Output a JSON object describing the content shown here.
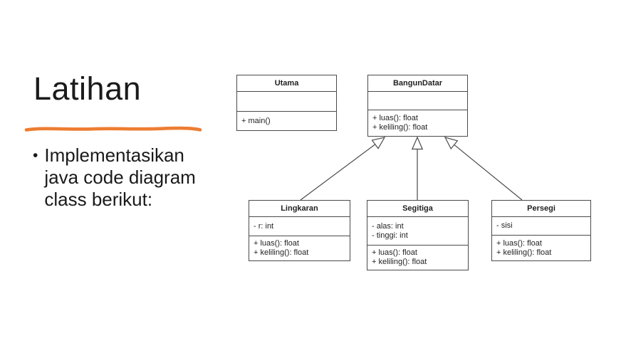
{
  "slide": {
    "title": "Latihan",
    "accent_color": "#ED7D31",
    "bullet_char": "•",
    "bullet_text": "Implementasikan java code diagram class berikut:"
  },
  "diagram": {
    "line_color": "#4a4a4a",
    "classes": [
      {
        "name": "Utama",
        "attributes": [],
        "methods": [
          "+ main()"
        ]
      },
      {
        "name": "BangunDatar",
        "attributes": [],
        "methods": [
          "+ luas(): float",
          "+ keliling(): float"
        ]
      },
      {
        "name": "Lingkaran",
        "attributes": [
          "- r: int"
        ],
        "methods": [
          "+ luas(): float",
          "+ keliling(): float"
        ]
      },
      {
        "name": "Segitiga",
        "attributes": [
          "- alas: int",
          "- tinggi: int"
        ],
        "methods": [
          "+ luas(): float",
          "+ keliling(): float"
        ]
      },
      {
        "name": "Persegi",
        "attributes": [
          "- sisi"
        ],
        "methods": [
          "+ luas(): float",
          "+ keliling(): float"
        ]
      }
    ],
    "relations": [
      {
        "from": "Lingkaran",
        "to": "BangunDatar",
        "type": "inheritance"
      },
      {
        "from": "Segitiga",
        "to": "BangunDatar",
        "type": "inheritance"
      },
      {
        "from": "Persegi",
        "to": "BangunDatar",
        "type": "inheritance"
      }
    ]
  }
}
